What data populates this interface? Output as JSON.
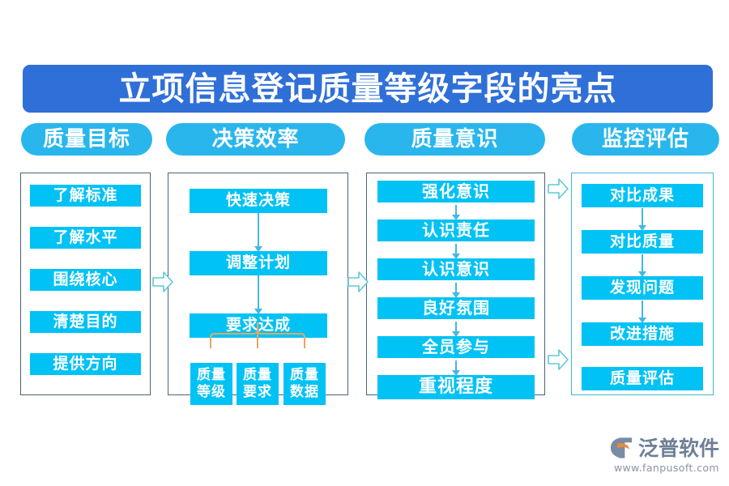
{
  "title": {
    "text": "立项信息登记质量等级字段的亮点",
    "bg_color": "#2f6fd8"
  },
  "theme": {
    "pill_color": "#29b6ec",
    "node_color": "#00c2f5",
    "panel_border": "#4a6572",
    "panel_border_alt": "#3fb8cf",
    "connector_color": "#45b7e0",
    "bracket_color": "#e8a661",
    "background": "#ffffff"
  },
  "sections": [
    {
      "pill_label": "质量目标",
      "nodes": [
        {
          "label": "了解标准"
        },
        {
          "label": "了解水平"
        },
        {
          "label": "围绕核心"
        },
        {
          "label": "清楚目的"
        },
        {
          "label": "提供方向"
        }
      ]
    },
    {
      "pill_label": "决策效率",
      "nodes": [
        {
          "label": "快速决策"
        },
        {
          "label": "调整计划"
        },
        {
          "label": "要求达成"
        }
      ],
      "sub_nodes": [
        {
          "label": "质量\n等级"
        },
        {
          "label": "质量\n要求"
        },
        {
          "label": "质量\n数据"
        }
      ]
    },
    {
      "pill_label": "质量意识",
      "nodes": [
        {
          "label": "强化意识"
        },
        {
          "label": "认识责任"
        },
        {
          "label": "认识意识"
        },
        {
          "label": "良好氛围"
        },
        {
          "label": "全员参与"
        },
        {
          "label": "重视程度"
        }
      ]
    },
    {
      "pill_label": "监控评估",
      "nodes": [
        {
          "label": "对比成果"
        },
        {
          "label": "对比质量"
        },
        {
          "label": "发现问题"
        },
        {
          "label": "改进措施"
        },
        {
          "label": "质量评估"
        }
      ]
    }
  ],
  "logo": {
    "name": "泛普软件",
    "url": "www.fanpusoft.com",
    "mark_color": "#7b8ba3",
    "accent_color": "#e98a3c"
  }
}
